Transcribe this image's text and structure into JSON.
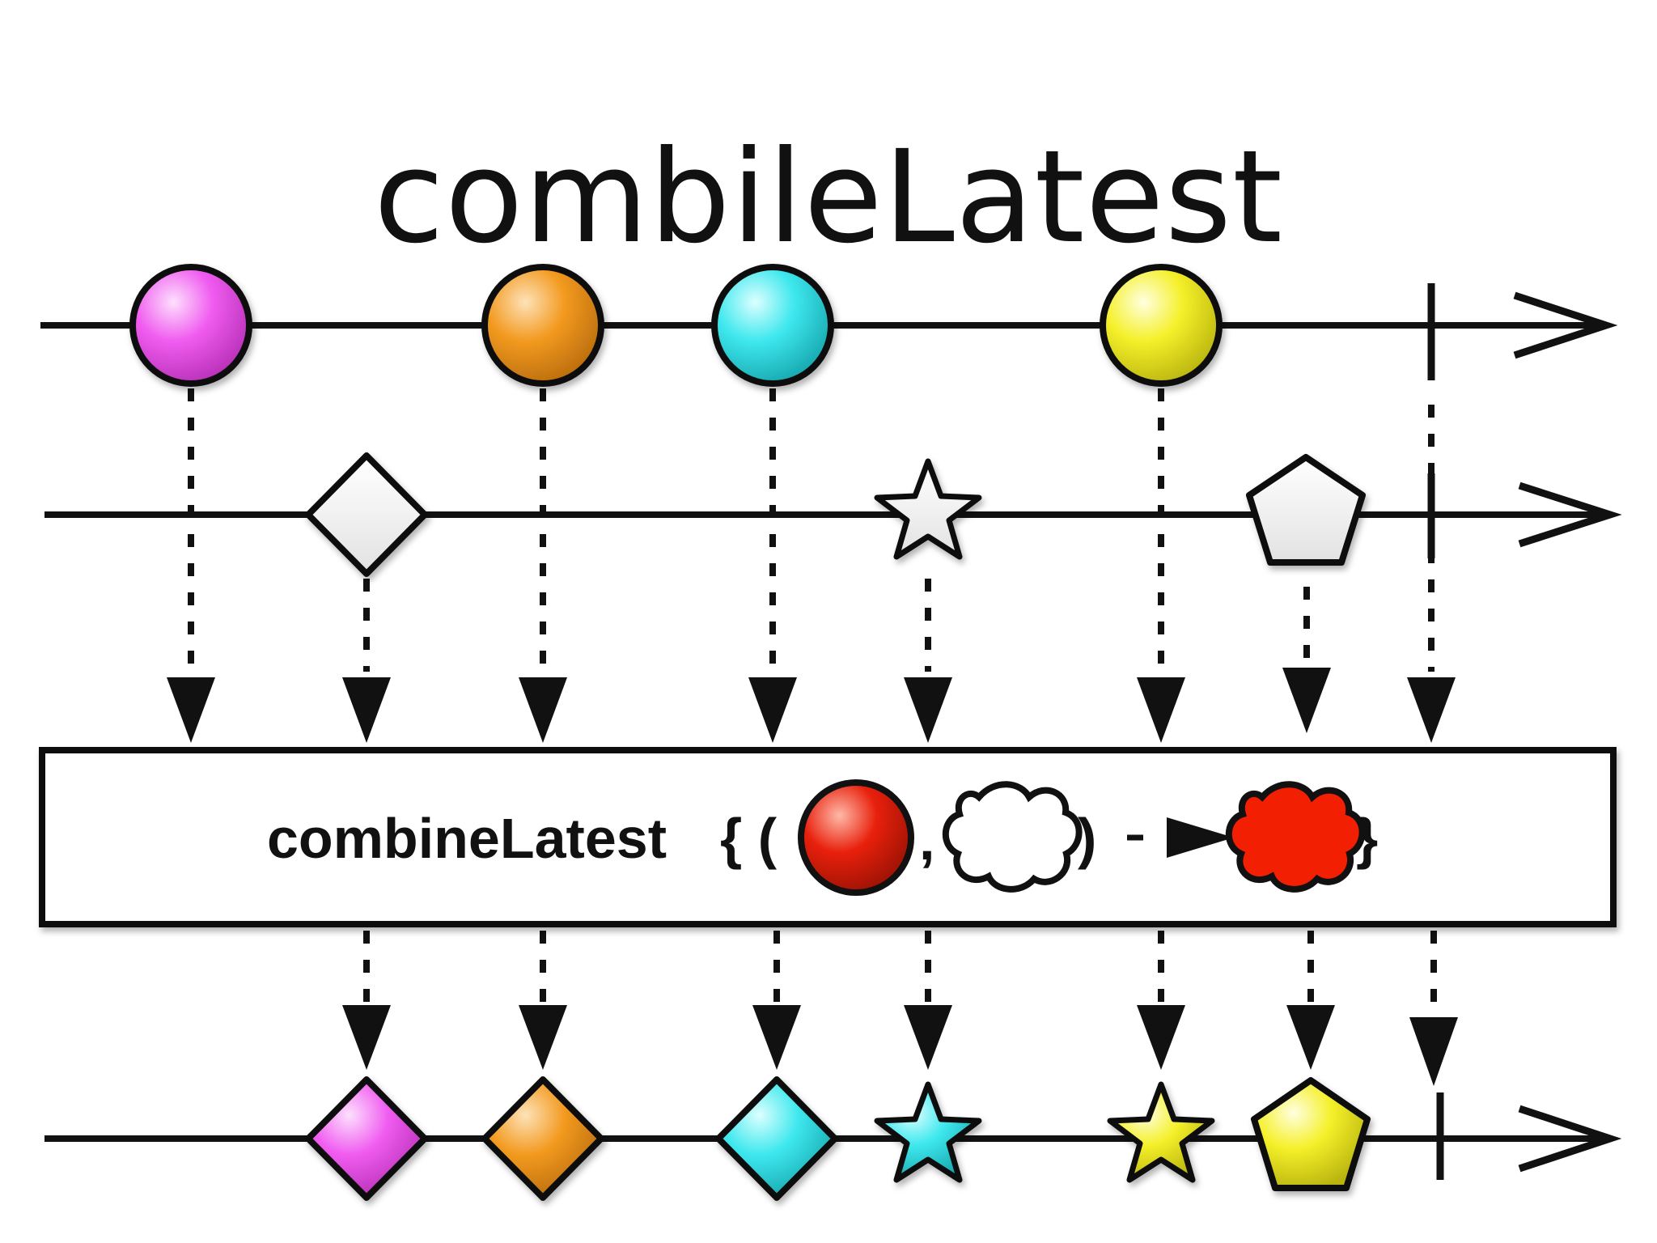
{
  "title": "combileLatest",
  "operator": {
    "name": "combineLatest",
    "open_text": "{ (",
    "comma": ",",
    "close_paren": ")",
    "close_brace": "}",
    "input_a": "red-circle",
    "input_b": "white-cloud",
    "result": "red-cloud"
  },
  "colors": {
    "magenta": "#f05cf0",
    "orange": "#f39a20",
    "cyan": "#3ee8ee",
    "yellow": "#f5f02a",
    "white": "#ffffff",
    "red": "#e8200c",
    "stroke": "#111111"
  },
  "streams": {
    "top": {
      "items": [
        {
          "shape": "circle",
          "color": "magenta"
        },
        {
          "shape": "circle",
          "color": "orange"
        },
        {
          "shape": "circle",
          "color": "cyan"
        },
        {
          "shape": "circle",
          "color": "yellow"
        }
      ],
      "completed": true
    },
    "middle": {
      "items": [
        {
          "shape": "diamond",
          "color": "white"
        },
        {
          "shape": "star",
          "color": "white"
        },
        {
          "shape": "pentagon",
          "color": "white"
        }
      ],
      "completed": true
    },
    "output": {
      "items": [
        {
          "shape": "diamond",
          "color": "magenta"
        },
        {
          "shape": "diamond",
          "color": "orange"
        },
        {
          "shape": "diamond",
          "color": "cyan"
        },
        {
          "shape": "star",
          "color": "cyan"
        },
        {
          "shape": "star",
          "color": "yellow"
        },
        {
          "shape": "pentagon",
          "color": "yellow"
        }
      ],
      "completed": true
    }
  },
  "icons": [
    "timeline-arrow-icon",
    "down-arrow-icon",
    "completion-bar-icon"
  ]
}
